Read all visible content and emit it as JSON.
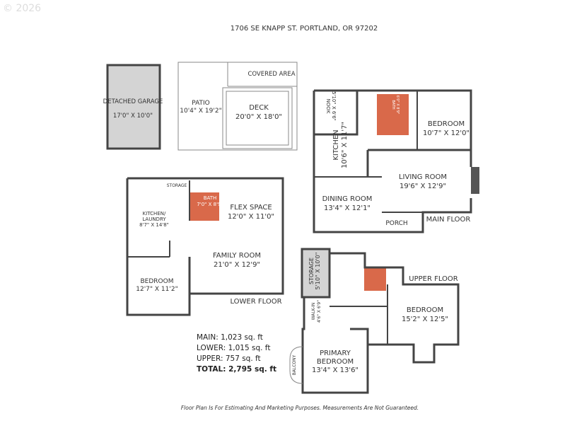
{
  "copyright": "© 2026",
  "address": "1706 SE KNAPP ST. PORTLAND, OR 97202",
  "colors": {
    "wall": "#444444",
    "bath": "#d9694a",
    "storage": "#d4d4d4"
  },
  "outbuildings": {
    "garage": {
      "name": "DETACHED GARAGE",
      "dims": "17'0\" X 10'0\""
    },
    "covered_area": "COVERED AREA",
    "patio": {
      "name": "PATIO",
      "dims": "10'4\" X 19'2\""
    },
    "deck": {
      "name": "DECK",
      "dims": "20'0\" X 18'0\""
    }
  },
  "main_floor": {
    "label": "MAIN FLOOR",
    "nook": {
      "name": "NOOK",
      "dims": "5'10\" X 6'6\""
    },
    "kitchen": {
      "name": "KITCHEN",
      "dims": "10'6\" X 11'7\""
    },
    "bath": {
      "name": "BATH",
      "dims": "6'0\" X 8'9\""
    },
    "bedroom": {
      "name": "BEDROOM",
      "dims": "10'7\" X 12'0\""
    },
    "living": {
      "name": "LIVING ROOM",
      "dims": "19'6\" X 12'9\""
    },
    "dining": {
      "name": "DINING ROOM",
      "dims": "13'4\" X 12'1\""
    },
    "porch": "PORCH"
  },
  "lower_floor": {
    "label": "LOWER FLOOR",
    "storage": "STORAGE",
    "bath": {
      "name": "BATH",
      "dims": "7'0\" X 8'9\""
    },
    "kitchen": {
      "name1": "KITCHEN/",
      "name2": "LAUNDRY",
      "dims": "8'7\" X 14'8\""
    },
    "flex": {
      "name": "FLEX SPACE",
      "dims": "12'0\" X 11'0\""
    },
    "family": {
      "name": "FAMILY ROOM",
      "dims": "21'0\" X 12'9\""
    },
    "bedroom": {
      "name": "BEDROOM",
      "dims": "12'7\" X 11'2\""
    }
  },
  "upper_floor": {
    "label": "UPPER FLOOR",
    "storage": {
      "name": "STORAGE",
      "dims": "5'10\" X 10'0\""
    },
    "walkin": {
      "name": "WALK-IN",
      "dims": "4'6\" X 6'9\""
    },
    "bedroom": {
      "name": "BEDROOM",
      "dims": "15'2\" X 12'5\""
    },
    "primary": {
      "name1": "PRIMARY",
      "name2": "BEDROOM",
      "dims": "13'4\" X 13'6\""
    },
    "balcony": "BALCONY"
  },
  "stats": {
    "main": "MAIN: 1,023 sq. ft",
    "lower": "LOWER: 1,015 sq. ft",
    "upper": "UPPER: 757 sq. ft",
    "total": "TOTAL: 2,795 sq. ft"
  },
  "disclaimer": "Floor Plan Is For Estimating And Marketing Purposes. Measurements Are Not Guaranteed."
}
